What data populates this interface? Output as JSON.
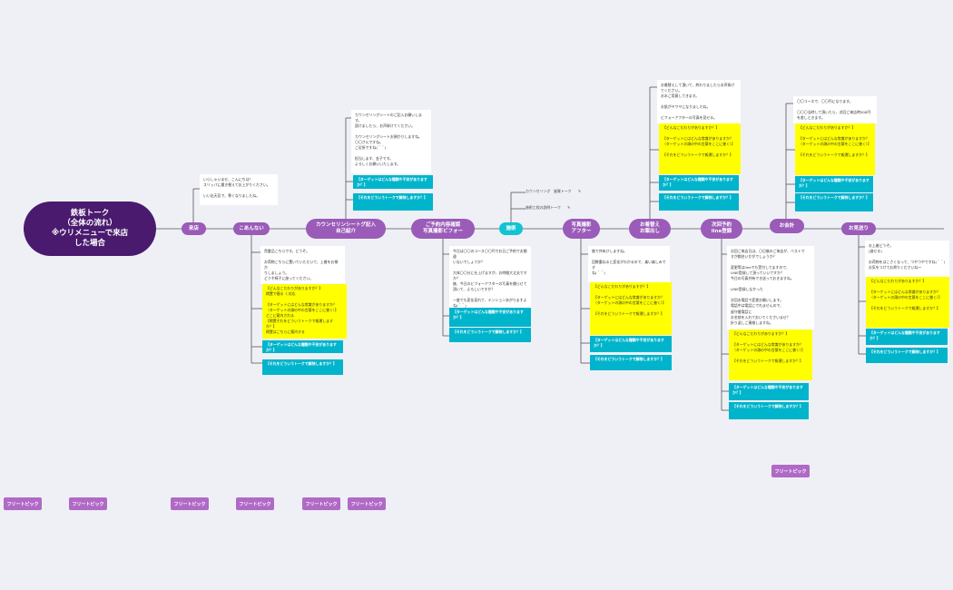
{
  "root": {
    "label": "鉄板トーク\n（全体の流れ）\n※ウリメニューで来店\nした場合"
  },
  "stages": [
    "来店",
    "こあんない",
    "カウンセリンシートグ記入\n自己紹介",
    "ご予約内容確認\n写真撮影ビフォー",
    "施術",
    "写真撮影\nアフター",
    "お着替え\nお案出し",
    "次回予約\nline登録",
    "お会計",
    "お見送り"
  ],
  "cards": {
    "raiten": "いらしゃいませ、こんにちは！\nスリッパに履き替えてお上がりください。\n\nいい出天気で、寒くなりましたね。",
    "annai": "貴重品こちらです。どうぞ。\n\nお荷物こちらに置いていただいて、上着をお預か\nりしましょう。\nどうぞ椅子に座ってください。",
    "counseling": "カウンセリングシートのご記入お願いします。\n読けましたら、お声掛けてください。\n\nカウンセリングシートお預かりしますね。\n〇〇さんですね。\nご近所ですね(＾＾)\n\n担当します、金子です。\nよろしくお願いいたします。",
    "yoyaku": "今日は〇〇のコース〇〇円でお日ご予約でお間違\nいないでしょうか？\n\n大体〇〇分に仕上げますが、お時間大丈夫です\nか？\n後、今日のビフォーアフターの写真を撮らせて\n頂いて、よろしいですか？\n\n一度でも変化見れて、テンションあがりますよ\nね(＾＾)",
    "after": "後で共有けしますね。\n\n回数重ねると変化がわかるので、楽い楽しみです\nね(＾＾)",
    "kigae": "お着替えして頂いて、終わりましたらお声掛け\nてください。\nお水ご用意してきます。\n\nお肌がヤワヤになりましたね。\n\nビフォーアフターの写真を見せる。",
    "jikai": "次回ご来店日は、〇日後のご来店が、ベストで\nすが都合いかがでしょうか？\n\n変更等はlineでも受付してますので、\nLINE登録して頂っていいですか？\n今日の写真共有でき送っておきますね。\n\nLINE登録しなかった\n\n次回お電話で変更お願いします。\n電話中は電話にでれませんので、\n留守番電話に\nお名前を入れておいてくださいませ？\n折り返しご連絡しますね。",
    "kaikei": "〇〇コースで、〇〇円になります。\n\n〇〇〇当時して頂いたら、次回ご来店時500円\nを差しときます。",
    "miokuri": "お上着どうぞ。\n(渡せる)\n\nお荷物をはこさくなって、つやつやですね(＾＾)\nお気をつけてお帰りくださいね〜"
  },
  "questions": {
    "q1": "【どんなこだわりがありますか？】",
    "q2": "【ターゲットにはどんな常識がありますか？\n（ターゲットの頭の中の言葉をここに書く）】",
    "q3": "【それをどういうトークで報運しますか？】",
    "annai_text": "【どんなこだわりがありますか？】\n掲置で寝る く対応\n\n【ターゲットにはどんな常識がありますか？\n（ターゲットの頭の中の言葉をここに書く）】\nどこに案内される\n【掲置それをどういうトークで報運しますか？】\n掲置はこちらに案内する"
  },
  "blue": {
    "b1": "【ターゲットはどんな種類や不安がありますか？】",
    "b2": "【それをどういうトークで解除しますか？】"
  },
  "treatment": {
    "item1": "カウンセリング　髪質トーク",
    "item2": "施術工程の説明トーク"
  },
  "free_label": "フリートピック"
}
